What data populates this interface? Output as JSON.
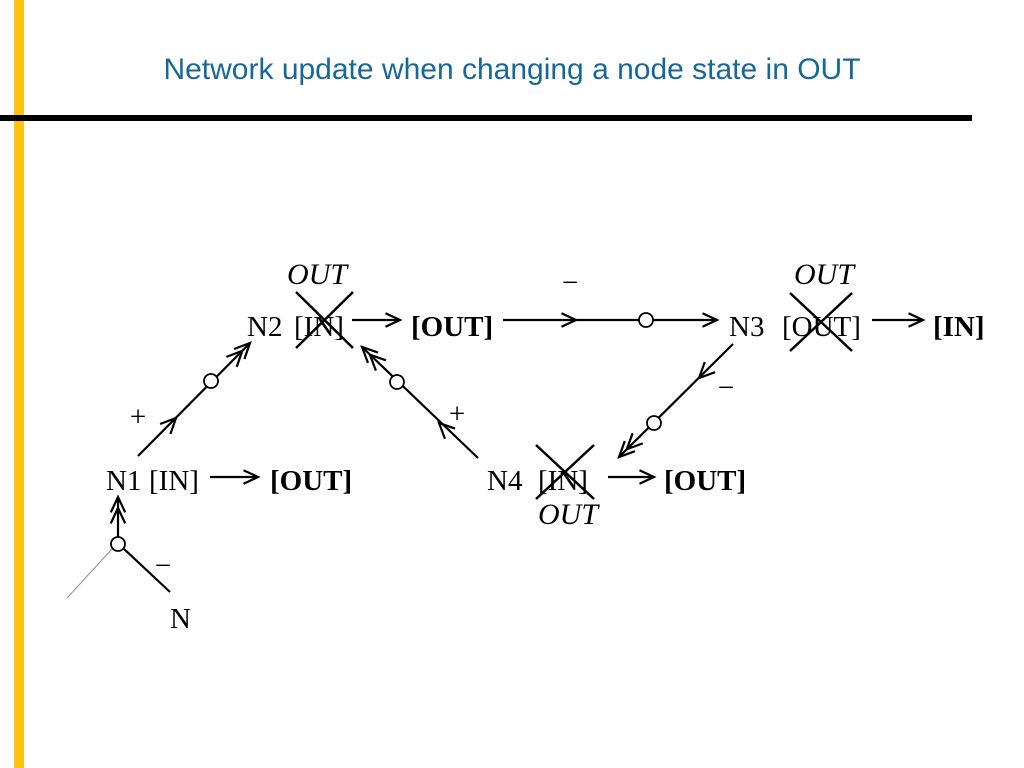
{
  "slide": {
    "title": "Network update when changing a node state in OUT"
  },
  "colors": {
    "title": "#17689A",
    "accent_bar": "#FFC20E",
    "rule": "#000000"
  },
  "diagram": {
    "n2": {
      "label": "N2",
      "old_state": "[IN]",
      "new_state": "[OUT]",
      "note": "OUT"
    },
    "n3": {
      "label": "N3",
      "old_state": "[OUT]",
      "new_state": "[IN]",
      "note": "OUT"
    },
    "n1": {
      "label": "N1",
      "old_state": "[IN]",
      "new_state": "[OUT]"
    },
    "n4": {
      "label": "N4",
      "old_state": "[IN]",
      "new_state": "[OUT]",
      "note": "OUT"
    },
    "n": {
      "label": "N"
    },
    "signs": {
      "n1_to_n2": "+",
      "n4_to_n2": "+",
      "n2_to_n3": "−",
      "n3_to_n4": "−",
      "n_to_n1": "−"
    }
  }
}
